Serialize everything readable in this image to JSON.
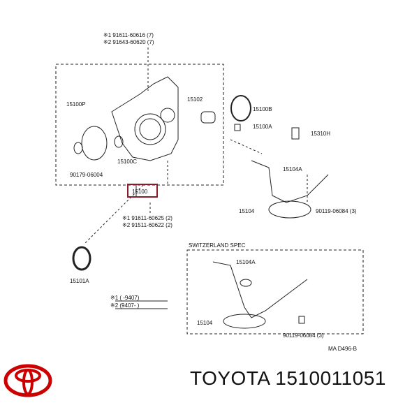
{
  "diagram": {
    "labels": {
      "bolt1_top": "※1 91611-60616 (7)",
      "bolt2_top": "※2 91643-60620 (7)",
      "p15102": "15102",
      "p15100B": "15100B",
      "p15100P": "15100P",
      "p15100A": "15100A",
      "p15310H": "15310H",
      "p15100C": "15100C",
      "p90179": "90179-06004",
      "p15104A": "15104A",
      "p15104": "15104",
      "p90119": "90119-06084 (3)",
      "p15100": "15100",
      "bolt1_bottom": "※1 91611-60625 (2)",
      "bolt2_bottom": "※2 91511-60622 (2)",
      "p15101A": "15101A",
      "swiss_title": "SWITZERLAND SPEC",
      "swiss_15104A": "15104A",
      "swiss_15104": "15104",
      "swiss_90119": "90119-06084 (3)",
      "note1": "※1 (      -9407)",
      "note2": "※2 (9407-      )",
      "code": "MA D496-B"
    },
    "highlight_color": "#8b1a2b"
  },
  "footer": {
    "brand": "TOYOTA",
    "part_number": "1510011051",
    "title": "TOYOTA 1510011051",
    "logo_color": "#cc0000"
  }
}
